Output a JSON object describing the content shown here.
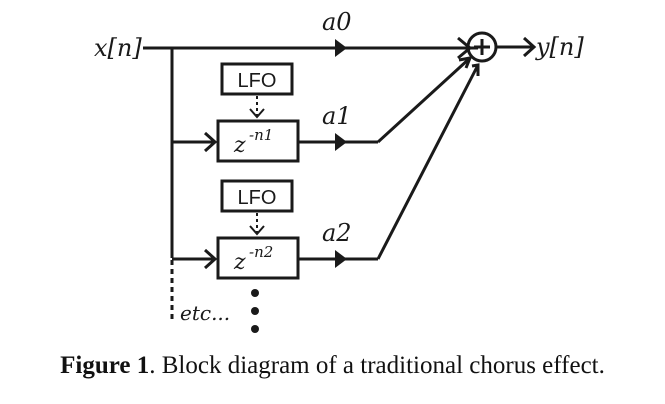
{
  "diagram": {
    "input_label": "x[n]",
    "output_label": "y[n]",
    "summer_symbol": "+",
    "gains": [
      "a0",
      "a1",
      "a2"
    ],
    "lfo_labels": [
      "LFO",
      "LFO"
    ],
    "delay_blocks": [
      {
        "base": "z",
        "exponent": "-n1"
      },
      {
        "base": "z",
        "exponent": "-n2"
      }
    ],
    "etc_label": "etc..."
  },
  "caption": {
    "figure_label": "Figure 1",
    "text": ". Block diagram of a traditional chorus effect."
  }
}
